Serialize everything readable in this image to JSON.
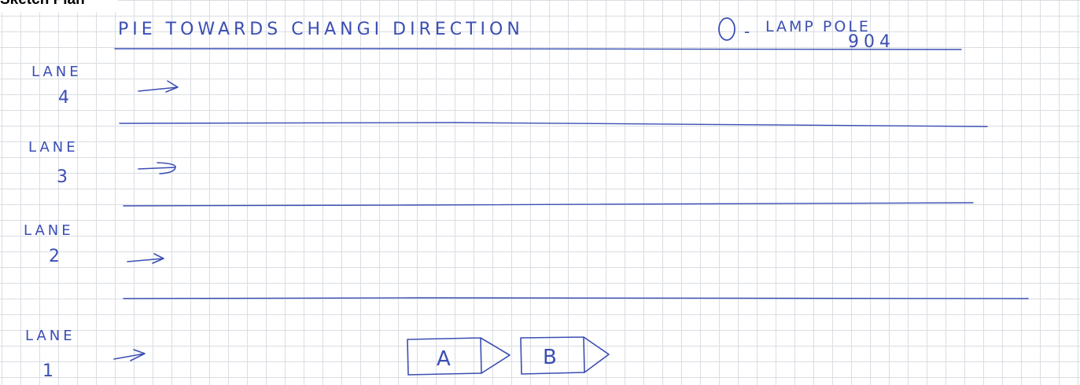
{
  "page": {
    "title": "Sketch Plan"
  },
  "heading": "PIE TOWARDS CHANGI DIRECTION",
  "legend": {
    "separator": "-",
    "label": "LAMP POLE",
    "number": "904"
  },
  "lanes": [
    {
      "word": "LANE",
      "number": "4"
    },
    {
      "word": "LANE",
      "number": "3"
    },
    {
      "word": "LANE",
      "number": "2"
    },
    {
      "word": "LANE",
      "number": "1"
    }
  ],
  "vehicles": [
    {
      "label": "A"
    },
    {
      "label": "B"
    }
  ],
  "colors": {
    "ink": "#3b4eb3",
    "grid": "#d9dde2",
    "paper": "#ffffff"
  }
}
